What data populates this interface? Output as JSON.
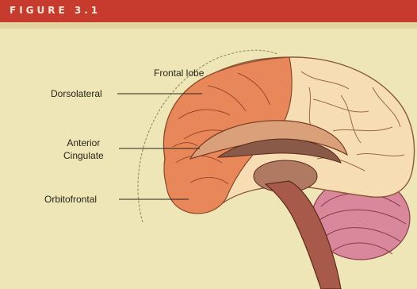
{
  "figure": {
    "header": "FIGURE 3.1",
    "labels": {
      "frontal_lobe": "Frontal lobe",
      "dorsolateral": "Dorsolateral",
      "anterior_cingulate_line1": "Anterior",
      "anterior_cingulate_line2": "Cingulate",
      "orbitofrontal": "Orbitofrontal"
    }
  },
  "colors": {
    "header_bar": "#c73a2e",
    "background": "#efe6b8",
    "frontal_region": "#e8875a",
    "rest_of_brain": "#f7ddb4",
    "brainstem": "#a85a4a",
    "cerebellum": "#d8889a"
  }
}
